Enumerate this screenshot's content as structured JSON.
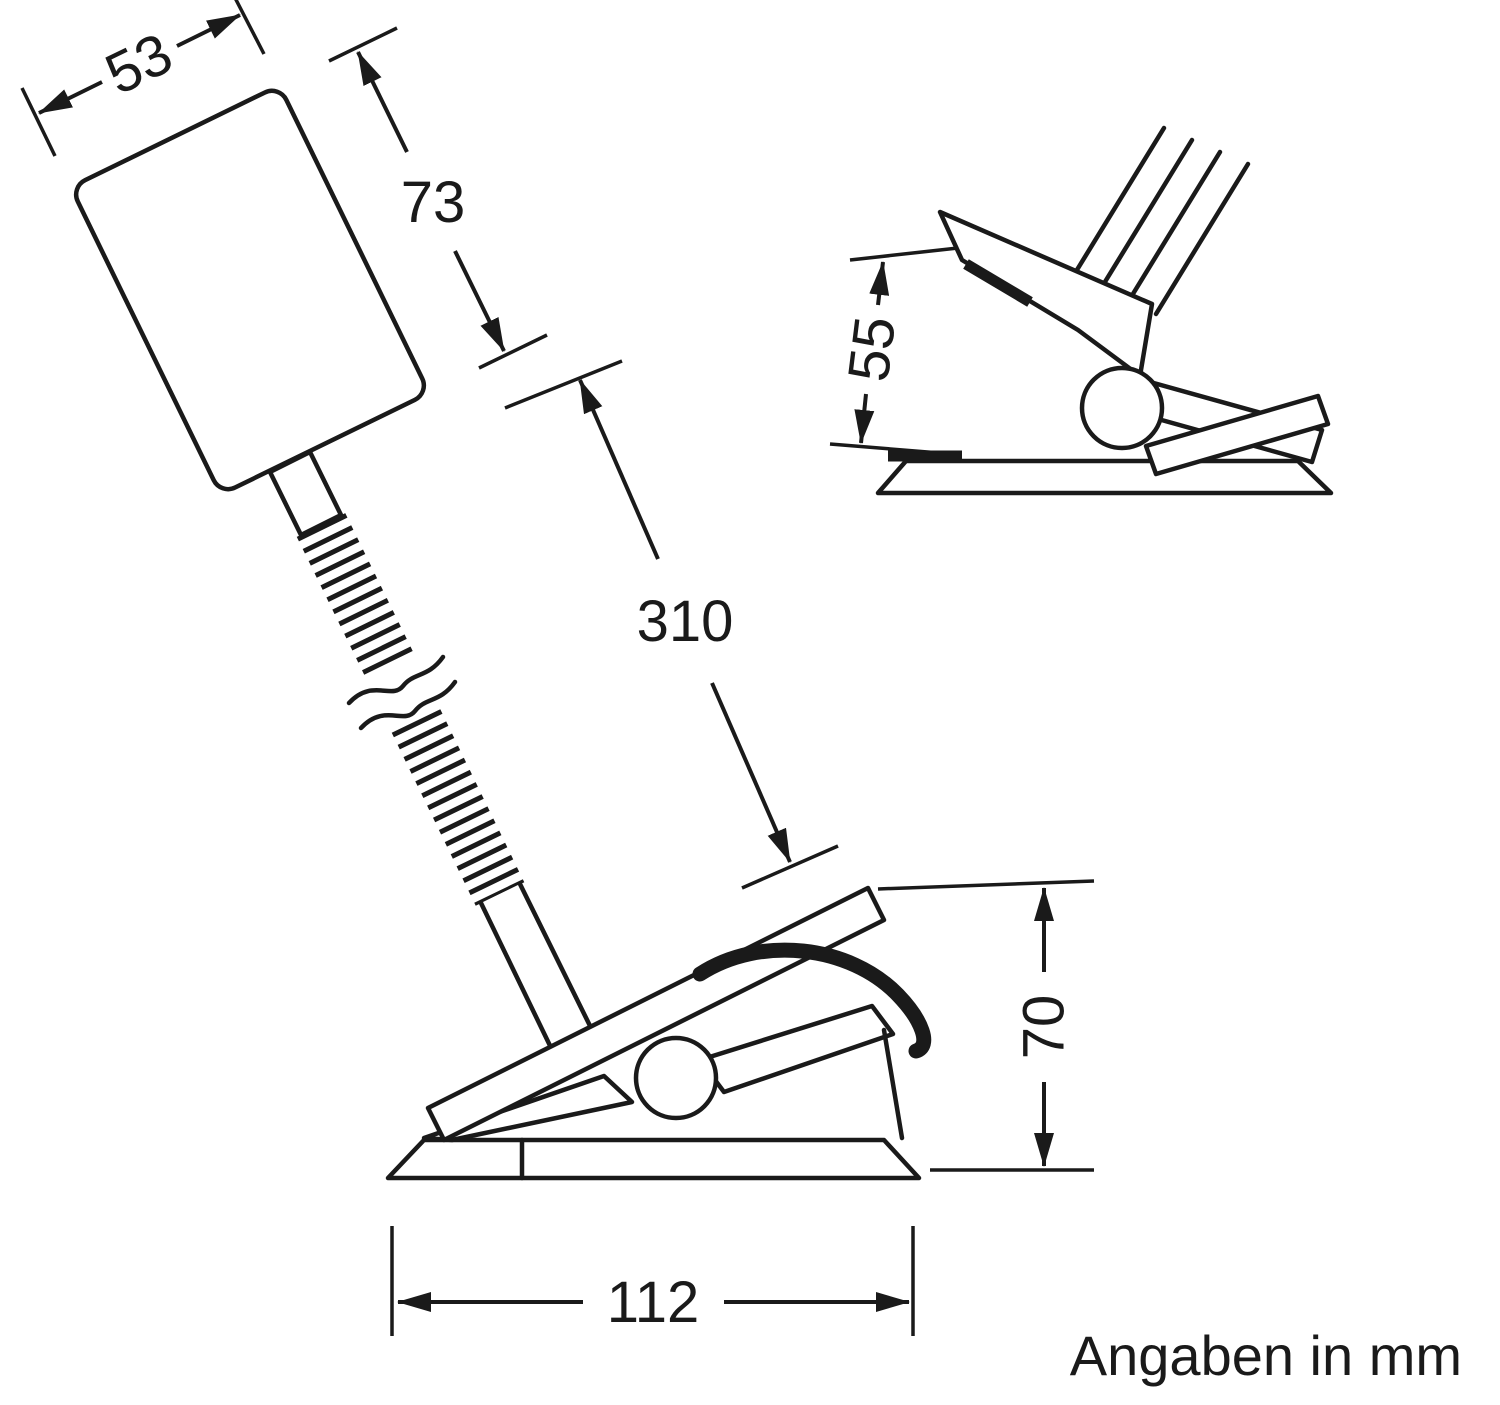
{
  "diagram": {
    "caption": "Angaben in mm",
    "dims": {
      "head_width": "53",
      "head_height": "73",
      "neck_length": "310",
      "jaw_opening": "55",
      "clamp_height": "70",
      "base_length": "112"
    },
    "colors": {
      "line": "#1a1a1a",
      "background": "#ffffff"
    }
  }
}
